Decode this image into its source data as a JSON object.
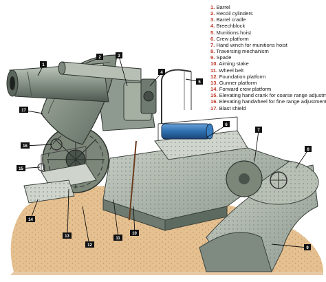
{
  "legend": [
    {
      "num": "1.",
      "label": "Barrel"
    },
    {
      "num": "2.",
      "label": "Recoil cylinders"
    },
    {
      "num": "3.",
      "label": "Barrel cradle"
    },
    {
      "num": "4.",
      "label": "Breechblock"
    },
    {
      "num": "5.",
      "label": "Munitions hoist"
    },
    {
      "num": "6.",
      "label": "Crew platform"
    },
    {
      "num": "7.",
      "label": "Hand winch for munitions hoist"
    },
    {
      "num": "8.",
      "label": "Traversing mechanism"
    },
    {
      "num": "9.",
      "label": "Spade"
    },
    {
      "num": "10.",
      "label": "Aiming stake"
    },
    {
      "num": "11.",
      "label": "Wheel belt"
    },
    {
      "num": "12.",
      "label": "Foundation platform"
    },
    {
      "num": "13.",
      "label": "Gunner platform"
    },
    {
      "num": "14.",
      "label": "Forward crew platform"
    },
    {
      "num": "15.",
      "label": "Elevating hand crank for coarse range adjustments"
    },
    {
      "num": "16.",
      "label": "Elevating handwheel for fine range adjustments"
    },
    {
      "num": "17.",
      "label": "Blast shield"
    }
  ],
  "callouts": [
    {
      "id": "c1",
      "text": "1"
    },
    {
      "id": "c2",
      "text": "2"
    },
    {
      "id": "c3",
      "text": "3"
    },
    {
      "id": "c4",
      "text": "4"
    },
    {
      "id": "c5",
      "text": "5"
    },
    {
      "id": "c6",
      "text": "6"
    },
    {
      "id": "c7",
      "text": "7"
    },
    {
      "id": "c8",
      "text": "8"
    },
    {
      "id": "c9",
      "text": "9"
    },
    {
      "id": "c10",
      "text": "10"
    },
    {
      "id": "c11",
      "text": "11"
    },
    {
      "id": "c12",
      "text": "12"
    },
    {
      "id": "c13",
      "text": "13"
    },
    {
      "id": "c14",
      "text": "14"
    },
    {
      "id": "c15",
      "text": "15"
    },
    {
      "id": "c16",
      "text": "16"
    },
    {
      "id": "c17",
      "text": "17"
    }
  ],
  "colors": {
    "callout_bg": "#111111",
    "legend_number": "#c0392b",
    "ground": "#e6bf8a",
    "metal": "#9aa59a",
    "motor": "#2e6fb0"
  }
}
